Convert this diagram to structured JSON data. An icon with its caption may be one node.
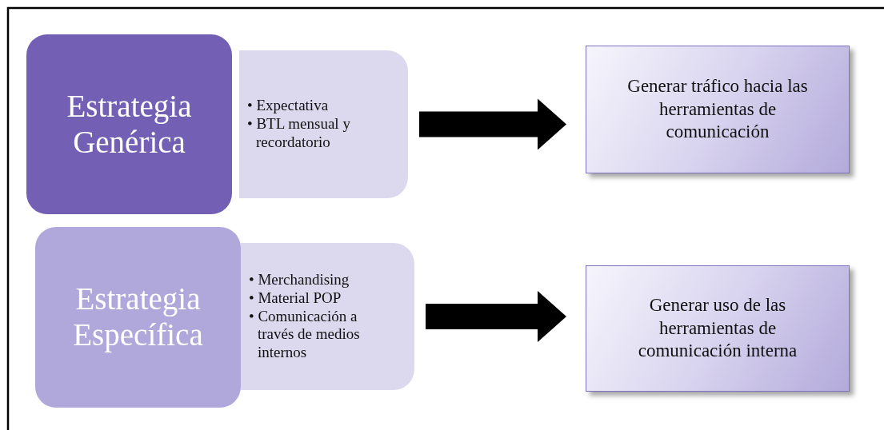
{
  "diagram": {
    "nodes": [
      {
        "text": [
          "Estrategia Genérica"
        ]
      },
      {
        "text": [
          "• Expectativa",
          "• BTL mensual y recordatorio"
        ]
      },
      {
        "text": [
          "Generar tráfico hacia las herramientas de comunicación"
        ]
      },
      {
        "text": [
          "Estrategia Específica"
        ]
      },
      {
        "text": [
          "• Merchandising",
          "• Material POP",
          "• Comunicación a través de medios internos"
        ]
      },
      {
        "text": [
          "Generar uso de las herramientas de comunicación interna"
        ]
      }
    ],
    "edges": [
      {
        "from": 1,
        "to": 2,
        "arrow": "to",
        "style": "thick"
      },
      {
        "from": 4,
        "to": 5,
        "arrow": "to",
        "style": "thick"
      }
    ]
  }
}
